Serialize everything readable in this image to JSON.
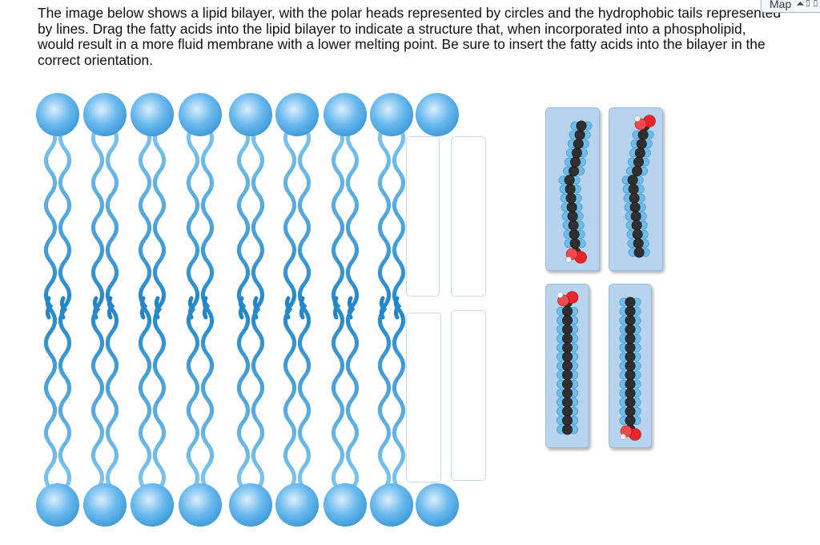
{
  "instructions": "The image below shows a lipid bilayer, with the polar heads represented by circles and the hydrophobic tails represented by lines. Drag the fatty acids into the lipid bilayer to indicate a structure that, when incorporated into a phospholipid, would result in a more fluid membrane with a lower melting point. Be sure to insert the fatty acids into the bilayer in the correct orientation.",
  "map_button": {
    "label": "Map",
    "icon": "map-icon"
  },
  "colors": {
    "head_light": "#dbeefc",
    "head": "#6ab9ee",
    "head_dark": "#3d99d8",
    "tail_light": "#7ec6f0",
    "tail_dark": "#1f84c8",
    "card_bg": "#b8d3ee",
    "carbon": "#2f2f2f",
    "hydrogen": "#6cbcec",
    "oxygen": "#e8262a"
  },
  "bilayer": {
    "top_leaflet_phospholipids": 8,
    "bottom_leaflet_phospholipids": 8,
    "empty_heads_per_leaflet": 1,
    "drop_slots": 4
  },
  "fatty_acids": [
    {
      "id": "fa-1",
      "kind": "unsaturated (kinked)",
      "carboxyl_end": "bottom"
    },
    {
      "id": "fa-2",
      "kind": "unsaturated (kinked)",
      "carboxyl_end": "top"
    },
    {
      "id": "fa-3",
      "kind": "saturated (straight)",
      "carboxyl_end": "top"
    },
    {
      "id": "fa-4",
      "kind": "saturated (straight)",
      "carboxyl_end": "bottom"
    }
  ]
}
